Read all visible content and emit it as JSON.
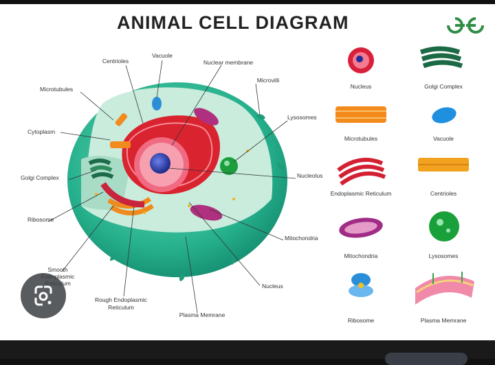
{
  "title": "ANIMAL CELL DIAGRAM",
  "logo": {
    "name": "geeksforgeeks-logo",
    "color": "#2f8d46"
  },
  "colors": {
    "cytoplasm": "#bfe6d3",
    "membrane": "#2fb38d",
    "nucleus_red": "#e3273a",
    "nucleus_pink": "#f07a8d",
    "nucleolus": "#2b3fa8"
  },
  "labels": {
    "centrioles": "Centrioles",
    "vacuole": "Vacuole",
    "nuclear_membrane": "Nuclear membrane",
    "microvilli": "Microvilli",
    "microtubules": "Microtubules",
    "lysosomes": "Lysosomes",
    "cytoplasm": "Cytoplasm",
    "golgi_complex": "Golgi Complex",
    "nucleolus": "Nucleolus",
    "ribosome": "Ribosome",
    "mitochondria": "Mitochondria",
    "smooth_er_1": "Smooth",
    "smooth_er_2": "Endoplasmic",
    "smooth_er_3": "Reticulum",
    "nucleus": "Nucleus",
    "rough_er_1": "Rough Endoplasmic",
    "rough_er_2": "Reticulum",
    "plasma_membrane": "Plasma Memrane"
  },
  "legend": [
    {
      "label": "Nucleus",
      "icon": "nucleus-icon"
    },
    {
      "label": "Golgi Complex",
      "icon": "golgi-icon"
    },
    {
      "label": "Microtubules",
      "icon": "microtubules-icon"
    },
    {
      "label": "Vacuole",
      "icon": "vacuole-icon"
    },
    {
      "label": "Endoplasmic Reticulum",
      "icon": "er-icon"
    },
    {
      "label": "Centrioles",
      "icon": "centrioles-icon"
    },
    {
      "label": "Mitochondria",
      "icon": "mitochondria-icon"
    },
    {
      "label": "Lysosomes",
      "icon": "lysosome-icon"
    },
    {
      "label": "Ribosome",
      "icon": "ribosome-icon"
    },
    {
      "label": "Plasma Memrane",
      "icon": "plasma-membrane-icon"
    }
  ],
  "lens_button": {
    "icon": "google-lens-icon"
  }
}
